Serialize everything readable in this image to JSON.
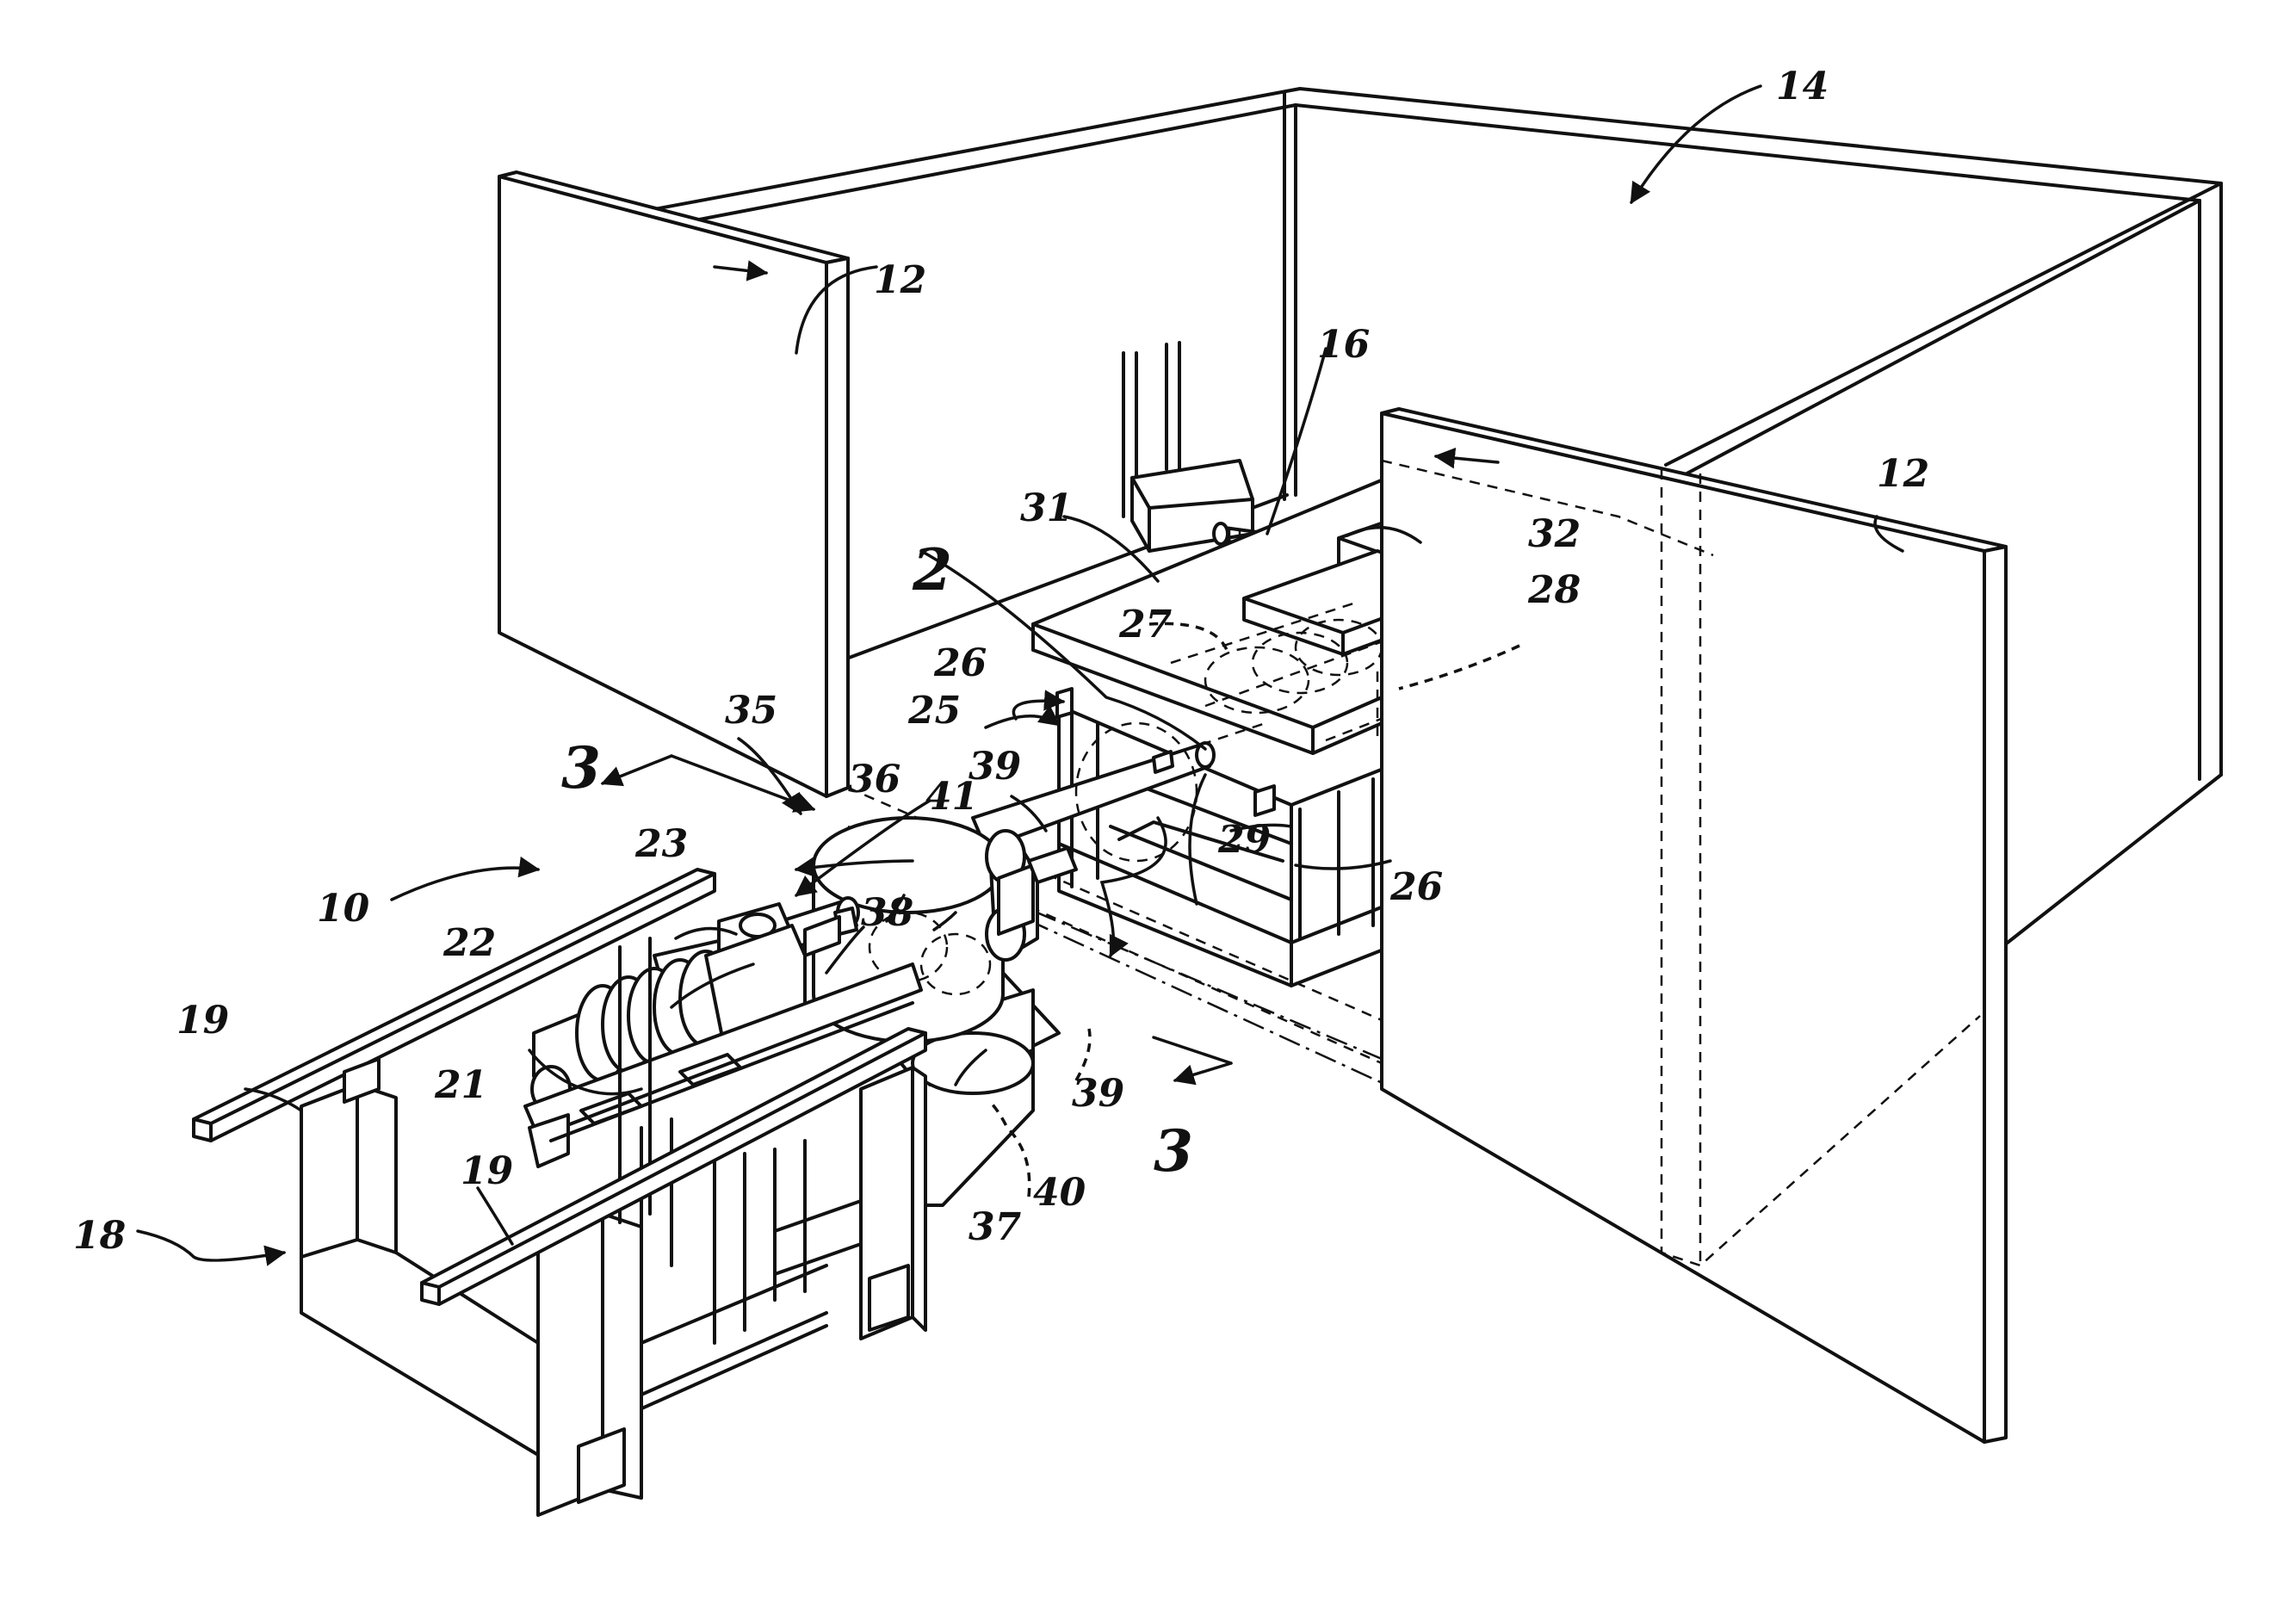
{
  "figure": {
    "refs": {
      "r10": "10",
      "r12a": "12",
      "r12b": "12",
      "r14": "14",
      "r16": "16",
      "r18": "18",
      "r19a": "19",
      "r19b": "19",
      "r21": "21",
      "r22": "22",
      "r23": "23",
      "r25": "25",
      "r26a": "26",
      "r26b": "26",
      "r27": "27",
      "r28": "28",
      "r29": "29",
      "r31": "31",
      "r32": "32",
      "r35": "35",
      "r36": "36",
      "r37": "37",
      "r38": "38",
      "r39a": "39",
      "r39b": "39",
      "r40": "40",
      "r41": "41"
    },
    "section_marks": {
      "s2": "2",
      "s3a": "3",
      "s3b": "3"
    }
  }
}
